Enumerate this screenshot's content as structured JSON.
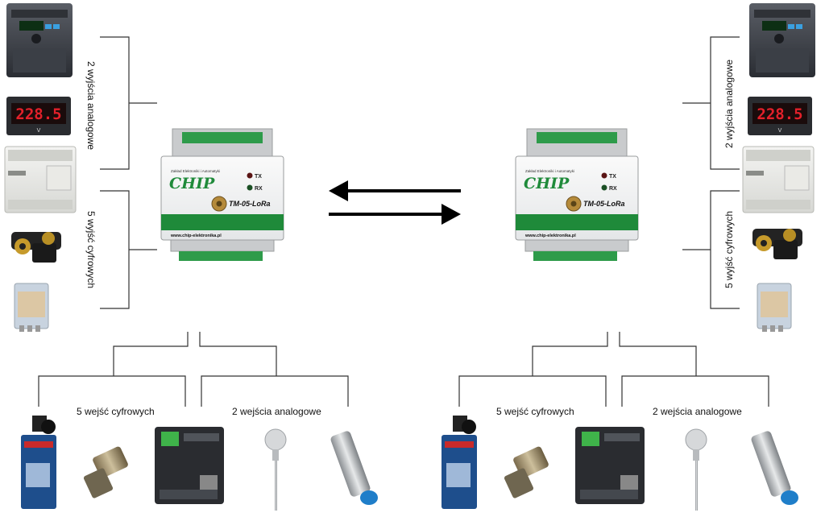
{
  "left_station": {
    "outputs_analog_label": "2 wyjścia analogowe",
    "outputs_digital_label": "5 wyjść cyfrowych",
    "inputs_digital_label": "5 wejść cyfrowych",
    "inputs_analog_label": "2 wejścia analogowe",
    "module": {
      "brand": "CHIP",
      "brand_caption": "Zakład Elektroniki i Automatyki",
      "model": "TM-05-LoRa",
      "website": "www.chip-elektronika.pl",
      "led_tx": "TX",
      "led_rx": "RX"
    },
    "meter_reading": "228.5",
    "meter_unit": "V"
  },
  "right_station": {
    "outputs_analog_label": "2 wyjścia analogowe",
    "outputs_digital_label": "5 wyjść cyfrowych",
    "inputs_digital_label": "5 wejść cyfrowych",
    "inputs_analog_label": "2 wejścia analogowe",
    "module": {
      "brand": "CHIP",
      "brand_caption": "Zakład Elektroniki i Automatyki",
      "model": "TM-05-LoRa",
      "website": "www.chip-elektronika.pl",
      "led_tx": "TX",
      "led_rx": "RX"
    },
    "meter_reading": "228.5",
    "meter_unit": "V"
  },
  "colors": {
    "module_green": "#1f8a3a",
    "terminal_green": "#2e9b4a",
    "line": "#333333",
    "arrow": "#000000"
  }
}
